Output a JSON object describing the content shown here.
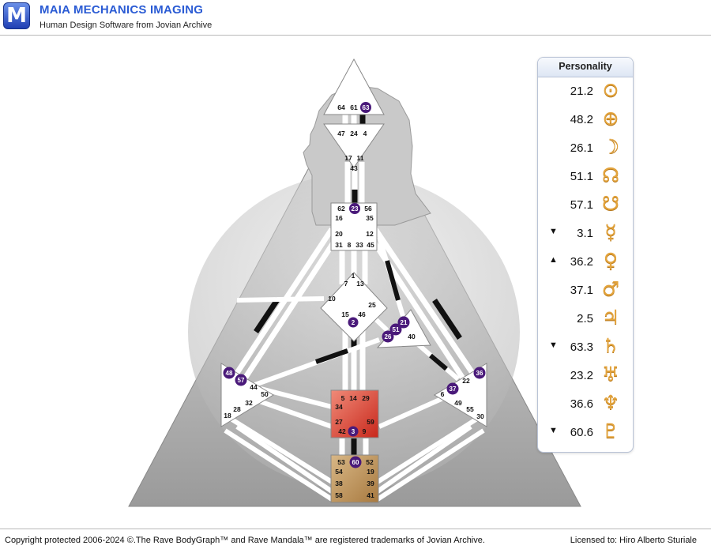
{
  "app": {
    "title": "MAIA MECHANICS IMAGING",
    "subtitle": "Human Design Software from Jovian Archive",
    "logo_letter": "M"
  },
  "colors": {
    "accent": "#2a5bd4",
    "planet_glyph": "#e3a43d",
    "activated_gate": "#4a1a7a",
    "sacral_center": "#d9402c",
    "root_center": "#b98a4a",
    "channel_active": "#111111",
    "channel_open": "#ffffff"
  },
  "panel": {
    "title": "Personality",
    "rows": [
      {
        "icon": "sun-icon",
        "glyph": "⊙",
        "value": "21.2",
        "arrow": ""
      },
      {
        "icon": "earth-icon",
        "glyph": "⊕",
        "value": "48.2",
        "arrow": ""
      },
      {
        "icon": "moon-icon",
        "glyph": "☽",
        "value": "26.1",
        "arrow": ""
      },
      {
        "icon": "north-node-icon",
        "glyph": "☊",
        "value": "51.1",
        "arrow": ""
      },
      {
        "icon": "south-node-icon",
        "glyph": "☋",
        "value": "57.1",
        "arrow": ""
      },
      {
        "icon": "mercury-icon",
        "glyph": "☿",
        "value": "3.1",
        "arrow": "▼"
      },
      {
        "icon": "venus-icon",
        "glyph": "♀",
        "value": "36.2",
        "arrow": "▲"
      },
      {
        "icon": "mars-icon",
        "glyph": "♂",
        "value": "37.1",
        "arrow": ""
      },
      {
        "icon": "jupiter-icon",
        "glyph": "♃",
        "value": "2.5",
        "arrow": ""
      },
      {
        "icon": "saturn-icon",
        "glyph": "♄",
        "value": "63.3",
        "arrow": "▼"
      },
      {
        "icon": "uranus-icon",
        "glyph": "♅",
        "value": "23.2",
        "arrow": ""
      },
      {
        "icon": "neptune-icon",
        "glyph": "♆",
        "value": "36.6",
        "arrow": ""
      },
      {
        "icon": "pluto-icon",
        "glyph": "♇",
        "value": "60.6",
        "arrow": "▼"
      }
    ]
  },
  "bodygraph": {
    "gates": {
      "head": [
        "64",
        "61",
        "63"
      ],
      "ajna": [
        "47",
        "24",
        "4",
        "17",
        "11",
        "43"
      ],
      "throat": [
        "62",
        "23",
        "56",
        "16",
        "35",
        "20",
        "12",
        "31",
        "8",
        "33",
        "45"
      ],
      "g": [
        "1",
        "7",
        "13",
        "10",
        "25",
        "15",
        "46",
        "2"
      ],
      "heart": [
        "21",
        "51",
        "26",
        "40"
      ],
      "spleen": [
        "48",
        "57",
        "44",
        "50",
        "32",
        "28",
        "18"
      ],
      "solar_plexus": [
        "36",
        "22",
        "37",
        "6",
        "49",
        "55",
        "30"
      ],
      "sacral": [
        "5",
        "14",
        "29",
        "34",
        "27",
        "59",
        "42",
        "3",
        "9"
      ],
      "root": [
        "53",
        "60",
        "52",
        "54",
        "19",
        "38",
        "39",
        "58",
        "41"
      ]
    },
    "activated_gates": [
      "63",
      "23",
      "2",
      "21",
      "51",
      "26",
      "48",
      "57",
      "36",
      "37",
      "3",
      "60"
    ]
  },
  "footer": {
    "copyright": "Copyright protected 2006-2024 ©.The Rave BodyGraph™ and Rave Mandala™ are registered trademarks of Jovian Archive.",
    "licensed": "Licensed to: Hiro Alberto Sturiale"
  }
}
